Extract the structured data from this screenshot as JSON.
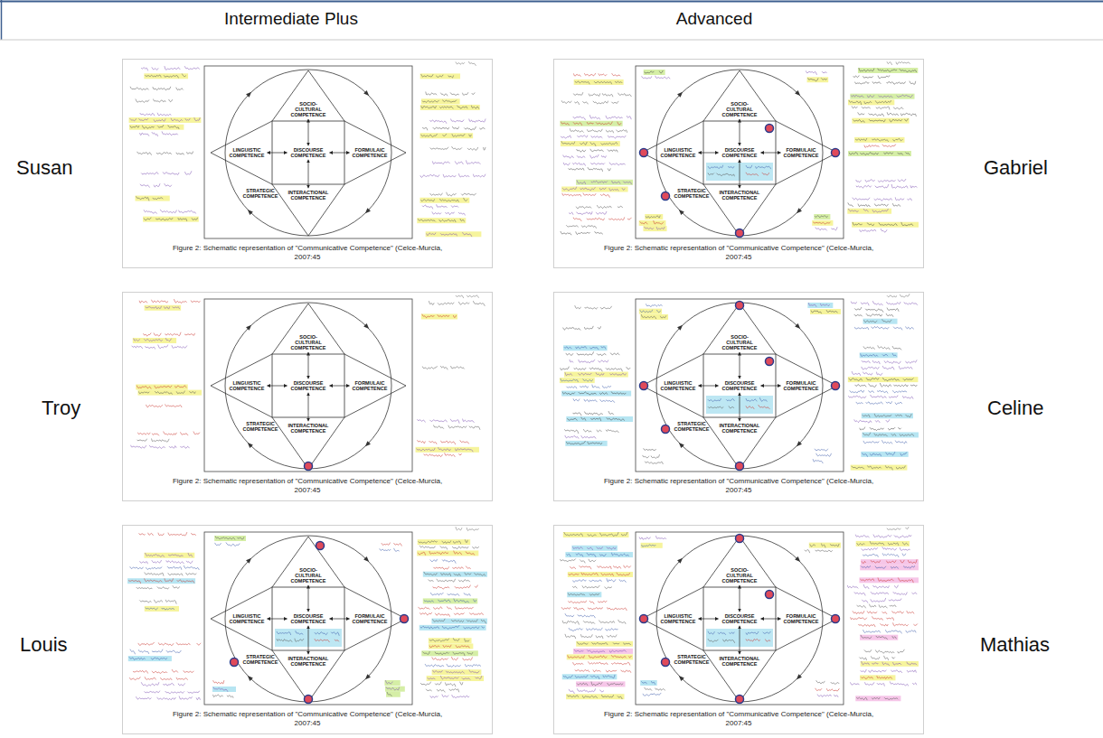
{
  "diagram": {
    "nodes": [
      {
        "text": [
          "Figure 2: Schematic representation of \"Communicative Competence\" (Celce-Murcia, 2007:45"
        ]
      },
      {
        "text": [
          "SOCIO-CULTURAL COMPETENCE"
        ],
        "in": 0
      },
      {
        "text": [
          "LINGUISTIC COMPETENCE"
        ],
        "in": 0
      },
      {
        "text": [
          "DISCOURSE COMPETENCE"
        ],
        "in": 0
      },
      {
        "text": [
          "FORMULAIC COMPETENCE"
        ],
        "in": 0
      },
      {
        "text": [
          "STRATEGIC COMPETENCE"
        ],
        "in": 0
      },
      {
        "text": [
          "INTERACTIONAL COMPETENCE"
        ],
        "in": 0
      },
      {
        "text": [
          "Figure 2: Schematic representation of \"Communicative Competence\" (Celce-Murcia, 2007:45"
        ]
      },
      {
        "text": [
          "SOCIO-CULTURAL COMPETENCE"
        ],
        "in": 7
      },
      {
        "text": [
          "LINGUISTIC COMPETENCE"
        ],
        "in": 7
      },
      {
        "text": [
          "DISCOURSE COMPETENCE"
        ],
        "in": 7
      },
      {
        "text": [
          "FORMULAIC COMPETENCE"
        ],
        "in": 7
      },
      {
        "text": [
          "STRATEGIC COMPETENCE"
        ],
        "in": 7
      },
      {
        "text": [
          "INTERACTIONAL COMPETENCE"
        ],
        "in": 7
      },
      {
        "text": [
          "Figure 2: Schematic representation of \"Communicative Competence\" (Celce-Murcia, 2007:45"
        ]
      },
      {
        "text": [
          "SOCIO-CULTURAL COMPETENCE"
        ],
        "in": 14
      },
      {
        "text": [
          "LINGUISTIC COMPETENCE"
        ],
        "in": 14
      },
      {
        "text": [
          "DISCOURSE COMPETENCE"
        ],
        "in": 14
      },
      {
        "text": [
          "FORMULAIC COMPETENCE"
        ],
        "in": 14
      },
      {
        "text": [
          "STRATEGIC COMPETENCE"
        ],
        "in": 14
      },
      {
        "text": [
          "INTERACTIONAL COMPETENCE"
        ],
        "in": 14
      },
      {
        "text": [
          "Figure 2: Schematic representation of \"Communicative Competence\" (Celce-Murcia, 2007:45"
        ]
      },
      {
        "text": [
          "SOCIO-CULTURAL COMPETENCE"
        ],
        "in": 21
      },
      {
        "text": [
          "LINGUISTIC COMPETENCE"
        ],
        "in": 21
      },
      {
        "text": [
          "DISCOURSE COMPETENCE"
        ],
        "in": 21
      },
      {
        "text": [
          "FORMULAIC COMPETENCE"
        ],
        "in": 21
      },
      {
        "text": [
          "STRATEGIC COMPETENCE"
        ],
        "in": 21
      },
      {
        "text": [
          "INTERACTIONAL COMPETENCE"
        ],
        "in": 21
      },
      {
        "text": [
          "Figure 2: Schematic representation of \"Communicative Competence\" (Celce-Murcia, 2007:45"
        ]
      },
      {
        "text": [
          "SOCIO-CULTURAL COMPETENCE"
        ],
        "in": 28
      },
      {
        "text": [
          "LINGUISTIC COMPETENCE"
        ],
        "in": 28
      },
      {
        "text": [
          "DISCOURSE COMPETENCE"
        ],
        "in": 28
      },
      {
        "text": [
          "FORMULAIC COMPETENCE"
        ],
        "in": 28
      },
      {
        "text": [
          "STRATEGIC COMPETENCE"
        ],
        "in": 28
      },
      {
        "text": [
          "INTERACTIONAL COMPETENCE"
        ],
        "in": 28
      },
      {
        "text": [
          "Figure 2: Schematic representation of \"Communicative Competence\" (Celce-Murcia, 2007:45"
        ]
      },
      {
        "text": [
          "SOCIO-CULTURAL COMPETENCE"
        ],
        "in": 35
      },
      {
        "text": [
          "LINGUISTIC COMPETENCE"
        ],
        "in": 35
      },
      {
        "text": [
          "DISCOURSE COMPETENCE"
        ],
        "in": 35
      },
      {
        "text": [
          "FORMULAIC COMPETENCE"
        ],
        "in": 35
      },
      {
        "text": [
          "STRATEGIC COMPETENCE"
        ],
        "in": 35
      },
      {
        "text": [
          "INTERACTIONAL COMPETENCE"
        ],
        "in": 35
      }
    ],
    "edges": [
      {
        "from": 3,
        "to": 1,
        "arrow": "both"
      },
      {
        "from": 3,
        "to": 2,
        "arrow": "both"
      },
      {
        "from": 3,
        "to": 4,
        "arrow": "both"
      },
      {
        "from": 3,
        "to": 6,
        "arrow": "both"
      },
      {
        "from": 10,
        "to": 8,
        "arrow": "both"
      },
      {
        "from": 10,
        "to": 9,
        "arrow": "both"
      },
      {
        "from": 10,
        "to": 11,
        "arrow": "both"
      },
      {
        "from": 10,
        "to": 13,
        "arrow": "both"
      },
      {
        "from": 17,
        "to": 15,
        "arrow": "both"
      },
      {
        "from": 17,
        "to": 16,
        "arrow": "both"
      },
      {
        "from": 17,
        "to": 18,
        "arrow": "both"
      },
      {
        "from": 17,
        "to": 20,
        "arrow": "both"
      },
      {
        "from": 24,
        "to": 22,
        "arrow": "both"
      },
      {
        "from": 24,
        "to": 23,
        "arrow": "both"
      },
      {
        "from": 24,
        "to": 25,
        "arrow": "both"
      },
      {
        "from": 24,
        "to": 27,
        "arrow": "both"
      },
      {
        "from": 31,
        "to": 29,
        "arrow": "both"
      },
      {
        "from": 31,
        "to": 30,
        "arrow": "both"
      },
      {
        "from": 31,
        "to": 32,
        "arrow": "both"
      },
      {
        "from": 31,
        "to": 34,
        "arrow": "both"
      },
      {
        "from": 38,
        "to": 36,
        "arrow": "both"
      },
      {
        "from": 38,
        "to": 37,
        "arrow": "both"
      },
      {
        "from": 38,
        "to": 39,
        "arrow": "both"
      },
      {
        "from": 38,
        "to": 41,
        "arrow": "both"
      }
    ],
    "labels": [
      "Intermediate Plus",
      "Advanced",
      "Susan",
      "Gabriel",
      "Troy",
      "Celine",
      "Louis",
      "Mathias"
    ]
  }
}
